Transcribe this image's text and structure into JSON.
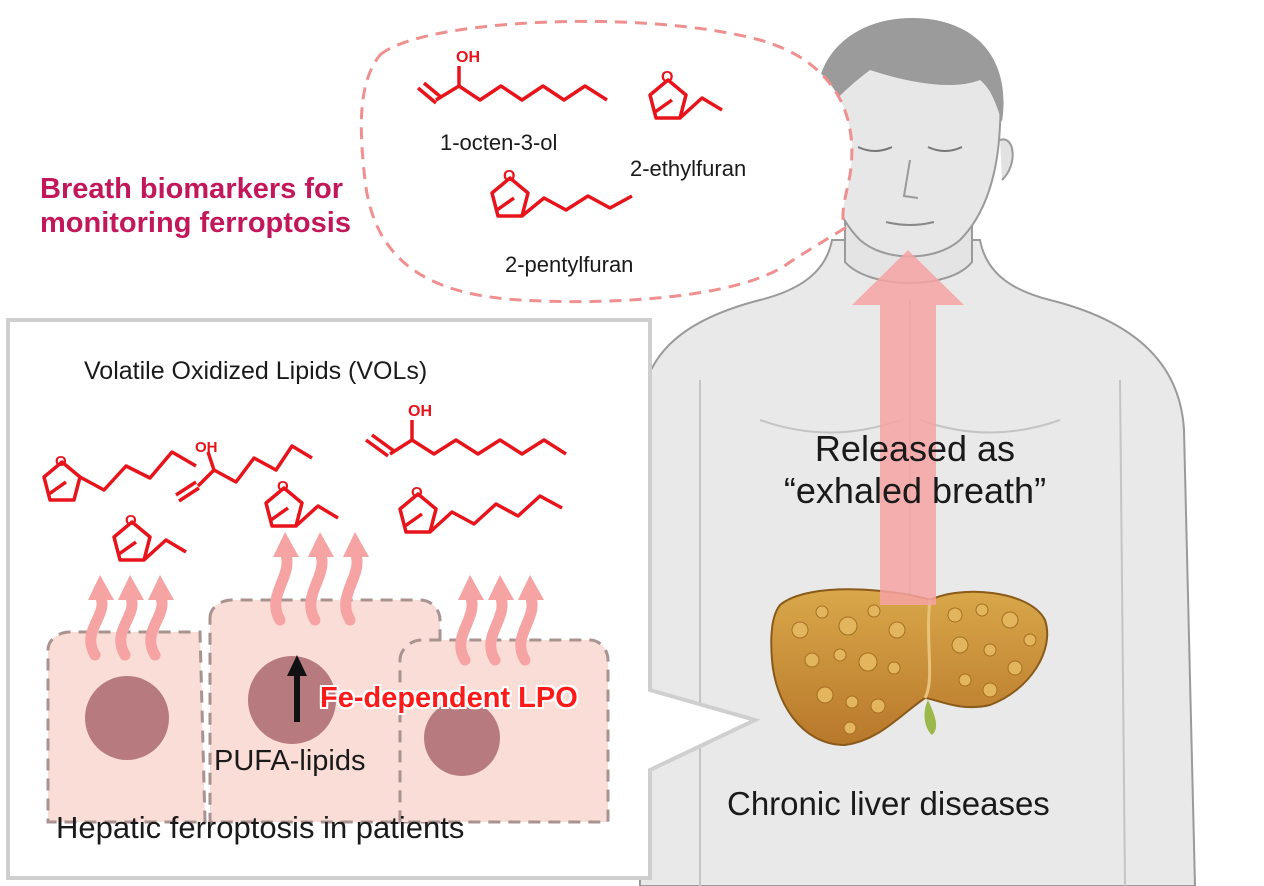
{
  "callout": {
    "title_line1": "Breath biomarkers for",
    "title_line2": "monitoring ferroptosis",
    "compounds": [
      "1-octen-3-ol",
      "2-ethylfuran",
      "2-pentylfuran"
    ]
  },
  "panel": {
    "title": "Volatile Oxidized Lipids (VOLs)",
    "lpo_label": "Fe-dependent LPO",
    "lipid_label": "PUFA-lipids",
    "caption": "Hepatic ferroptosis in patients"
  },
  "body": {
    "release_line1": "Released as",
    "release_line2": "“exhaled breath”",
    "liver_caption": "Chronic liver diseases"
  },
  "atom_labels": {
    "hydroxyl": "OH",
    "oxygen": "O"
  },
  "colors": {
    "molecule": "#e8141b",
    "title_magenta": "#c2185b",
    "arrow_pink": "#f6a3a3",
    "cell_fill": "#f9ddd6",
    "nucleus": "#b77b7f",
    "liver": "#c9902f"
  }
}
